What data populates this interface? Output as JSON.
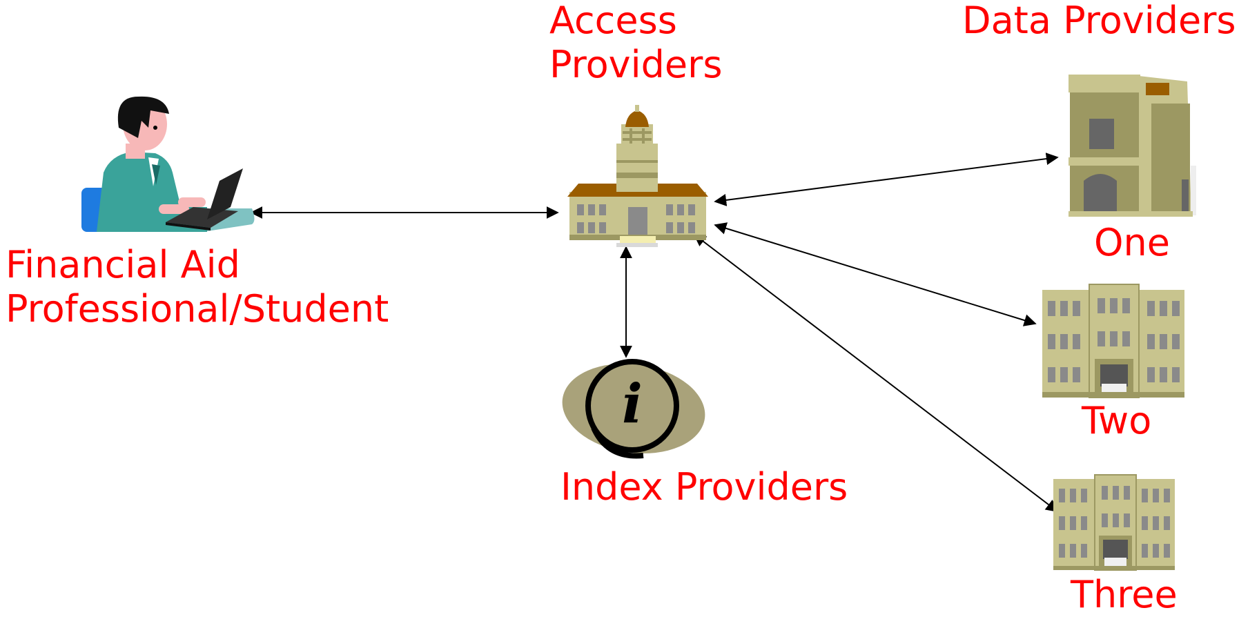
{
  "labels": {
    "user": [
      "Financial Aid",
      "Professional/Student"
    ],
    "access": [
      "Access",
      "Providers"
    ],
    "data": "Data Providers",
    "index": "Index Providers",
    "one": "One",
    "two": "Two",
    "three": "Three"
  },
  "colors": {
    "label_text": "#ff0000",
    "building_wall": "#c8c48e",
    "building_shadow": "#9c9862",
    "roof": "#9a5d00",
    "window": "#8a8a8a",
    "index_disc": "#a9a27a",
    "arrow": "#000000"
  },
  "icons": {
    "user": "person-at-laptop-icon",
    "access": "capitol-building-icon",
    "data_one": "corner-building-icon",
    "data_two": "office-building-icon",
    "data_three": "office-building-icon",
    "index": "info-i-icon"
  }
}
